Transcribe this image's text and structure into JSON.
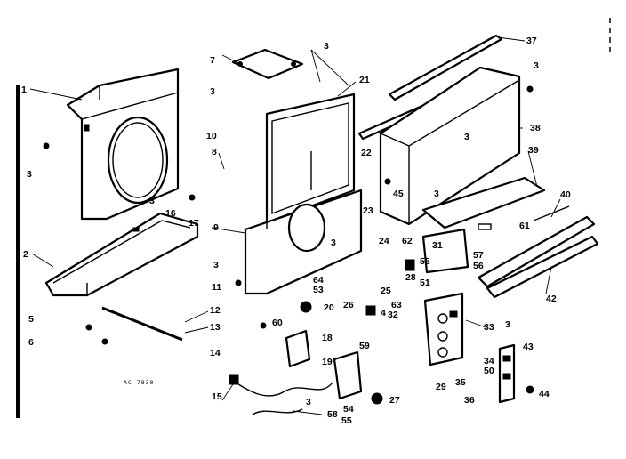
{
  "diagram": {
    "colors": {
      "ink": "#000000",
      "paper": "#ffffff"
    },
    "caption": "AC 7830",
    "callouts": [
      "1",
      "2",
      "3",
      "4",
      "5",
      "6",
      "7",
      "8",
      "9",
      "10",
      "11",
      "12",
      "13",
      "14",
      "15",
      "16",
      "17",
      "18",
      "19",
      "20",
      "21",
      "22",
      "23",
      "24",
      "25",
      "26",
      "27",
      "28",
      "29",
      "31",
      "32",
      "33",
      "34",
      "35",
      "36",
      "37",
      "38",
      "39",
      "40",
      "42",
      "43",
      "44",
      "45",
      "50",
      "51",
      "53",
      "54",
      "55",
      "56",
      "57",
      "58",
      "59",
      "60",
      "61",
      "62",
      "63",
      "64"
    ]
  }
}
